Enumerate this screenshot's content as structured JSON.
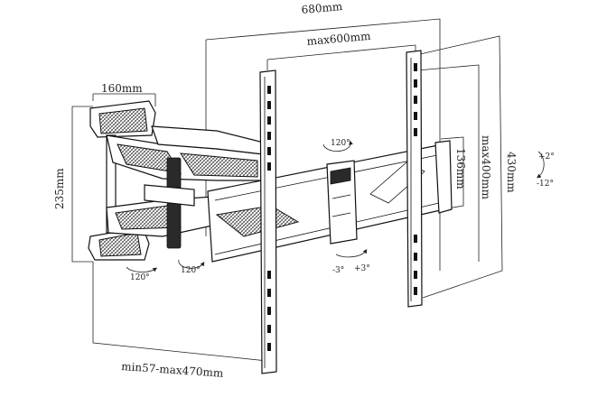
{
  "dimensions": {
    "overall_width": "680mm",
    "max_vesa_width": "max600mm",
    "arm_plate_width": "160mm",
    "wall_plate_height": "235mm",
    "rail_height": "136mm",
    "max_vesa_height": "max400mm",
    "overall_height": "430mm",
    "extension": "min57-max470mm"
  },
  "rotations": {
    "swivel_top": "120°",
    "swivel_left": "120°",
    "swivel_mid": "120°",
    "tilt_up": "+2°",
    "tilt_down": "-12°",
    "level_minus": "-3°",
    "level_plus": "+3°"
  }
}
